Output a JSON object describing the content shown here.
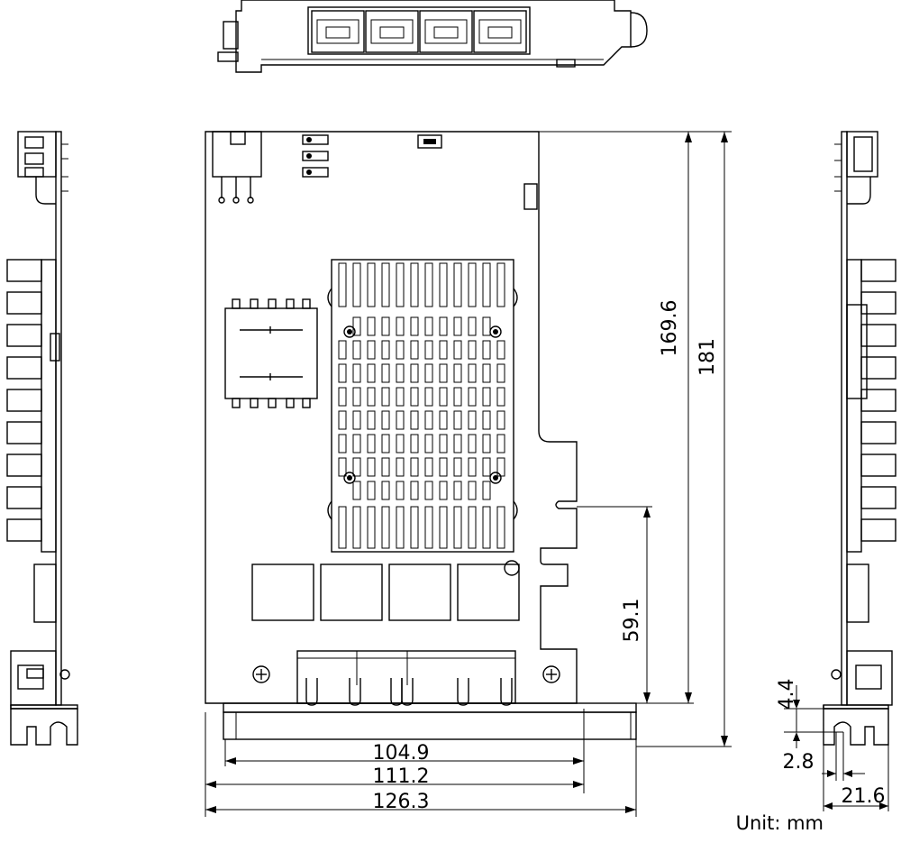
{
  "dimensions": {
    "width_104_9": "104.9",
    "width_111_2": "111.2",
    "width_126_3": "126.3",
    "height_169_6": "169.6",
    "height_181": "181",
    "height_59_1": "59.1",
    "thick_4_4": "4.4",
    "thick_2_8": "2.8",
    "thick_21_6": "21.6"
  },
  "unit_label": "Unit: mm",
  "colors": {
    "line": "#000000",
    "background": "#ffffff"
  }
}
